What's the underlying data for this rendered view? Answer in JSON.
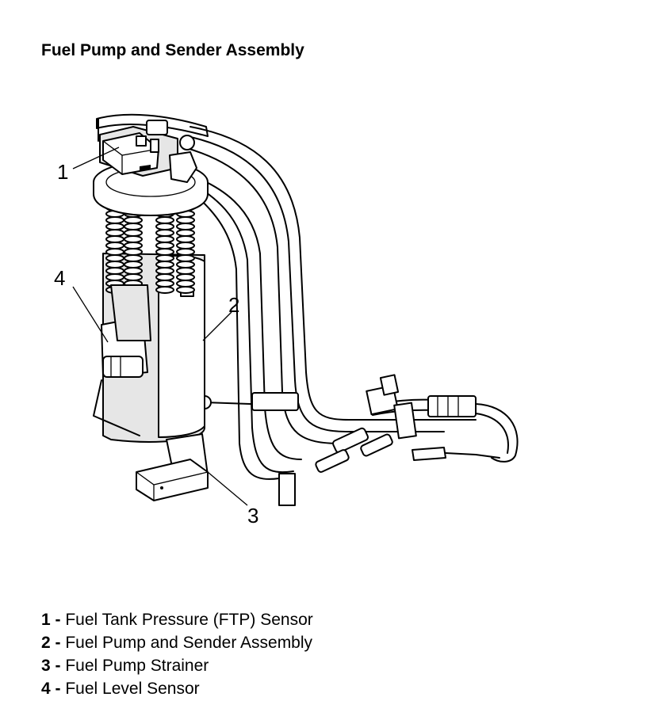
{
  "title": "Fuel Pump and Sender Assembly",
  "callouts": [
    "1",
    "2",
    "3",
    "4"
  ],
  "legend": [
    {
      "num": "1",
      "sep": " - ",
      "label": "Fuel Tank Pressure (FTP) Sensor"
    },
    {
      "num": "2",
      "sep": " - ",
      "label": "Fuel Pump and Sender Assembly"
    },
    {
      "num": "3",
      "sep": " - ",
      "label": "Fuel Pump Strainer"
    },
    {
      "num": "4",
      "sep": " - ",
      "label": "Fuel Level Sensor"
    }
  ]
}
